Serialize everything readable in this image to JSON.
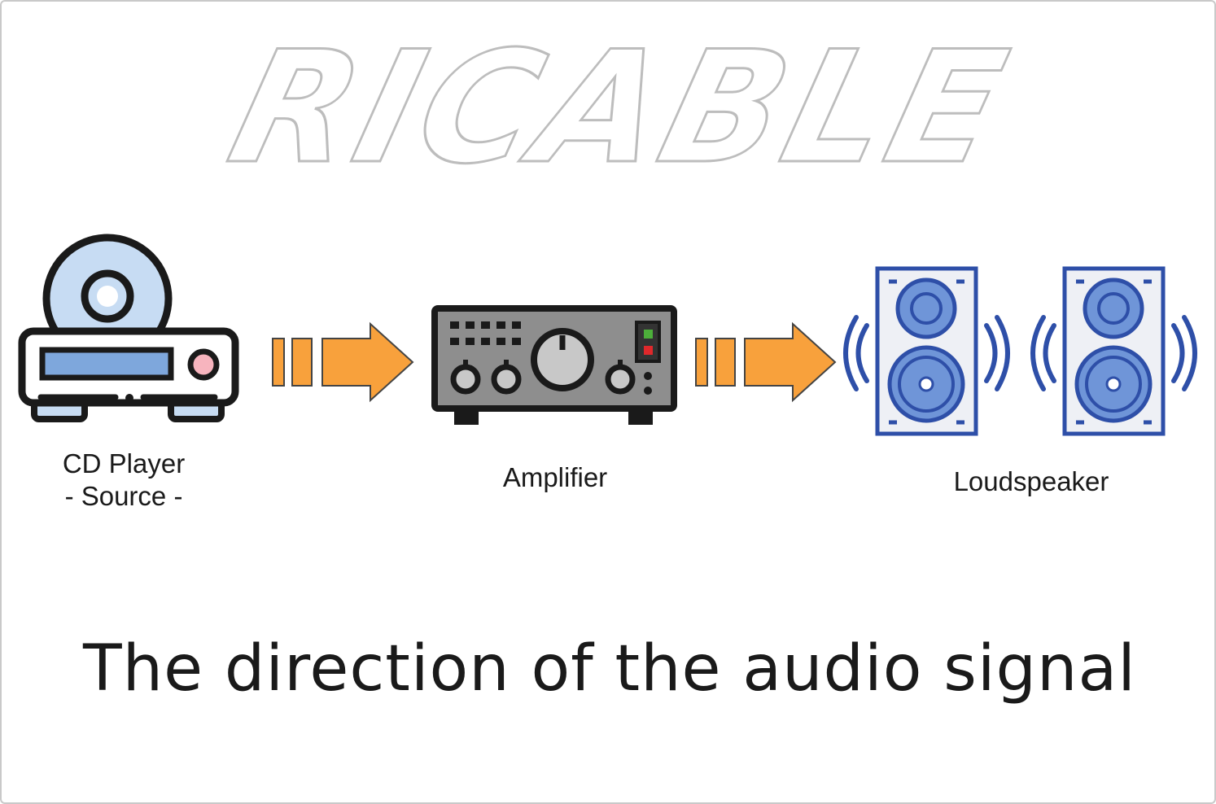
{
  "logo_text": "RICABLE",
  "nodes": [
    {
      "id": "cd-player",
      "label_line1": "CD Player",
      "label_line2": "- Source -"
    },
    {
      "id": "amplifier",
      "label": "Amplifier"
    },
    {
      "id": "loudspeaker",
      "label": "Loudspeaker"
    }
  ],
  "caption": "The direction of the audio signal",
  "colors": {
    "arrow": "#f8a13c",
    "outline": "#1a1a1a",
    "cd_disc": "#c7dcf3",
    "cd_screen": "#7ea7dc",
    "cd_button": "#f7b4be",
    "amp_body": "#8e8e8e",
    "amp_knob": "#c8c8c8",
    "led_green": "#4caf3a",
    "led_red": "#e0282b",
    "speaker_blue": "#2e4fa8",
    "speaker_cone": "#6f95d8",
    "speaker_cabinet": "#eef0f5",
    "logo_stroke": "#bdbdbd"
  }
}
